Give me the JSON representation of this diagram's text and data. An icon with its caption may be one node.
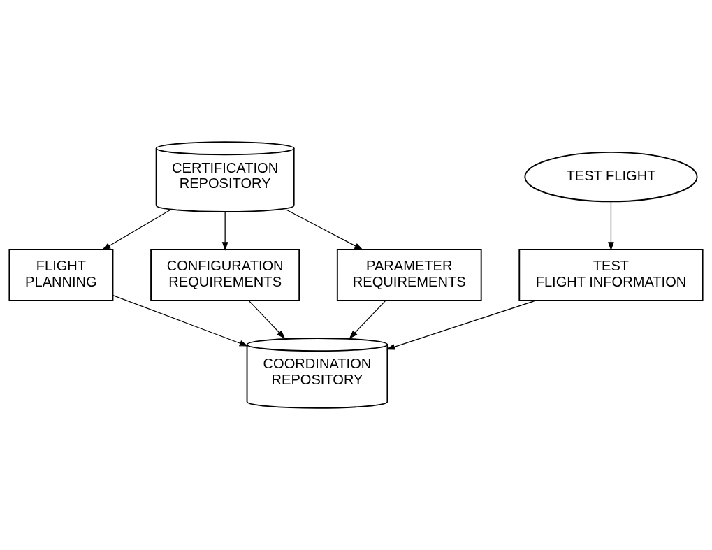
{
  "diagram": {
    "nodes": [
      {
        "text": [
          "CERTIFICATION REPOSITORY"
        ]
      },
      {
        "text": [
          "TEST FLIGHT"
        ]
      },
      {
        "text": [
          "TEST FLIGHT INFORMATION"
        ]
      },
      {
        "text": [
          "FLIGHT PLANNING"
        ]
      },
      {
        "text": [
          "CONFIGURATION REQUIREMENTS"
        ]
      },
      {
        "text": [
          "COORDINATION REPOSITORY"
        ]
      },
      {
        "text": [
          "PARAMETER REQUIREMENTS"
        ]
      }
    ],
    "edges": [
      {
        "from": 1,
        "to": 2,
        "arrow": "to"
      },
      {
        "from": 0,
        "to": 3,
        "arrow": "to"
      },
      {
        "from": 0,
        "to": 4,
        "arrow": "to"
      },
      {
        "from": 0,
        "to": 6,
        "arrow": "to"
      },
      {
        "from": 3,
        "to": 5,
        "arrow": "to"
      },
      {
        "from": 2,
        "to": 5,
        "arrow": "to"
      },
      {
        "from": 4,
        "to": 5,
        "arrow": "to"
      },
      {
        "from": 6,
        "to": 5,
        "arrow": "to"
      }
    ]
  }
}
